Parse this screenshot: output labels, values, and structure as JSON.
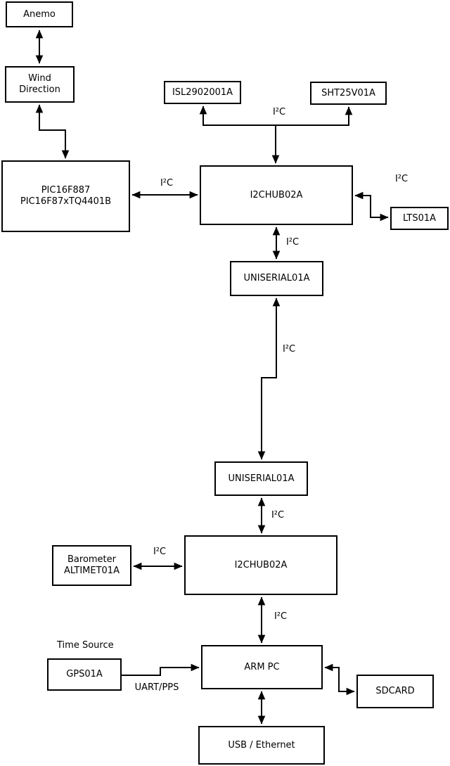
{
  "diagram": {
    "background_color": "#ffffff",
    "line_color": "#000000",
    "text_color": "#000000",
    "nodes": {
      "anemo": {
        "label": "Anemo"
      },
      "wind": {
        "line1": "Wind",
        "line2": "Direction"
      },
      "pic": {
        "line1": "PIC16F887",
        "line2": "PIC16F87xTQ4401B"
      },
      "isl": {
        "label": "ISL2902001A"
      },
      "sht": {
        "label": "SHT25V01A"
      },
      "hub1": {
        "label": "I2CHUB02A"
      },
      "lts": {
        "label": "LTS01A"
      },
      "uniserial1": {
        "label": "UNISERIAL01A"
      },
      "uniserial2": {
        "label": "UNISERIAL01A"
      },
      "barometer": {
        "line1": "Barometer",
        "line2": "ALTIMET01A"
      },
      "hub2": {
        "label": "I2CHUB02A"
      },
      "armpc": {
        "label": "ARM PC"
      },
      "gps": {
        "label": "GPS01A"
      },
      "sdcard": {
        "label": "SDCARD"
      },
      "usb": {
        "label": "USB / Ethernet"
      }
    },
    "i2c_labels": {
      "sensors_top": "I²C",
      "pic_hub1": "I²C",
      "hub1_lts": "I²C",
      "hub1_uniserial1": "I²C",
      "uniserial_link": "I²C",
      "uniserial2_hub2": "I²C",
      "barometer_hub2": "I²C",
      "hub2_armpc": "I²C"
    },
    "annotations": {
      "time_source": "Time Source",
      "uart_pps": "UART/PPS"
    }
  }
}
